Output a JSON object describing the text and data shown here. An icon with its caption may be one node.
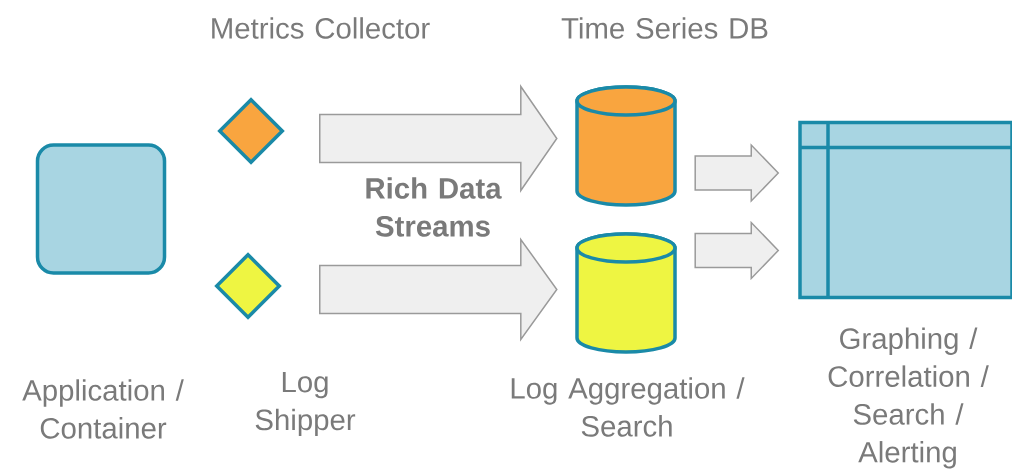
{
  "diagram": {
    "nodes": [
      {
        "text": [],
        "shape": "box",
        "beside": [
          "Application / Container"
        ]
      },
      {
        "text": [
          "Metrics Collector"
        ]
      },
      {
        "text": [
          "Log Shipper"
        ]
      },
      {
        "text": [
          "Time Series DB"
        ]
      },
      {
        "text": [
          "Log Aggregation / Search"
        ]
      },
      {
        "text": [
          "Graphing / Correlation / Search / Alerting"
        ]
      }
    ],
    "edges": [
      {
        "from": 1,
        "to": 3,
        "arrow": "to"
      },
      {
        "from": 2,
        "to": 4,
        "arrow": "to"
      },
      {
        "from": 3,
        "to": 5,
        "arrow": "to"
      },
      {
        "from": 4,
        "to": 5,
        "arrow": "to"
      }
    ],
    "labels": [
      "Rich Data Streams"
    ]
  }
}
